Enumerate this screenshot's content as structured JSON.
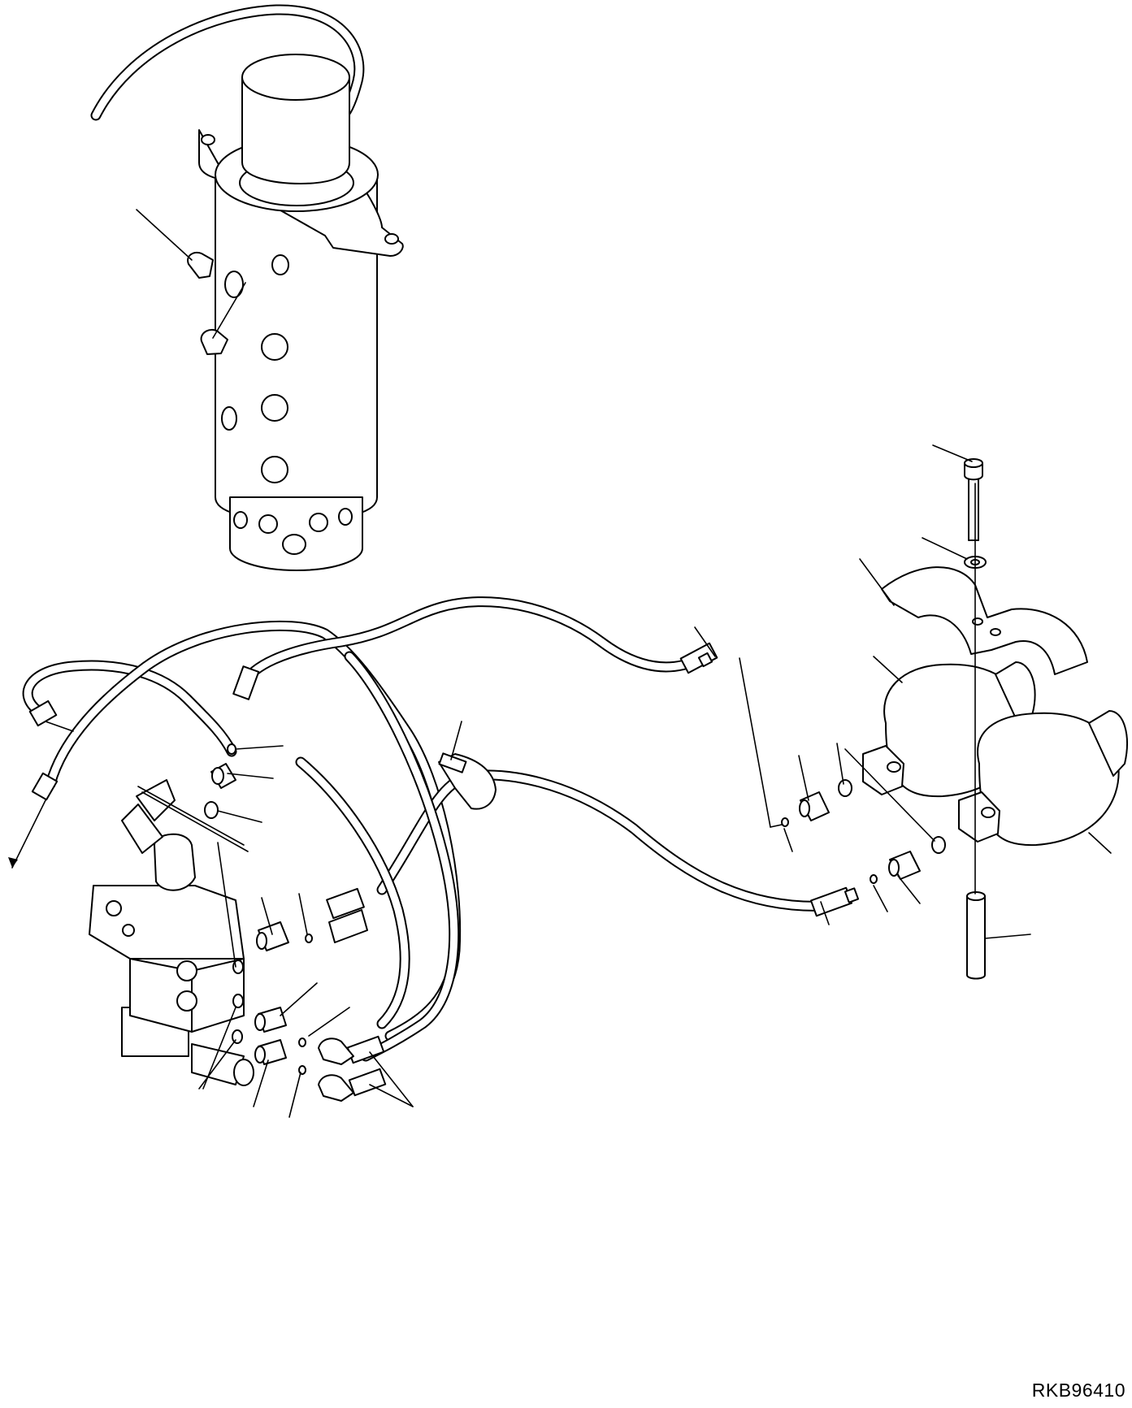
{
  "drawing": {
    "id_label": "RKB96410",
    "line_color": "#000000",
    "background_color": "#ffffff",
    "components": [
      "swivel-joint",
      "hydraulic-hoses",
      "pilot-valve",
      "accumulators",
      "mounting-bracket",
      "mounting-bolt",
      "washer",
      "spacer-collar",
      "hose-clamp",
      "adapter-fittings",
      "o-rings"
    ]
  }
}
